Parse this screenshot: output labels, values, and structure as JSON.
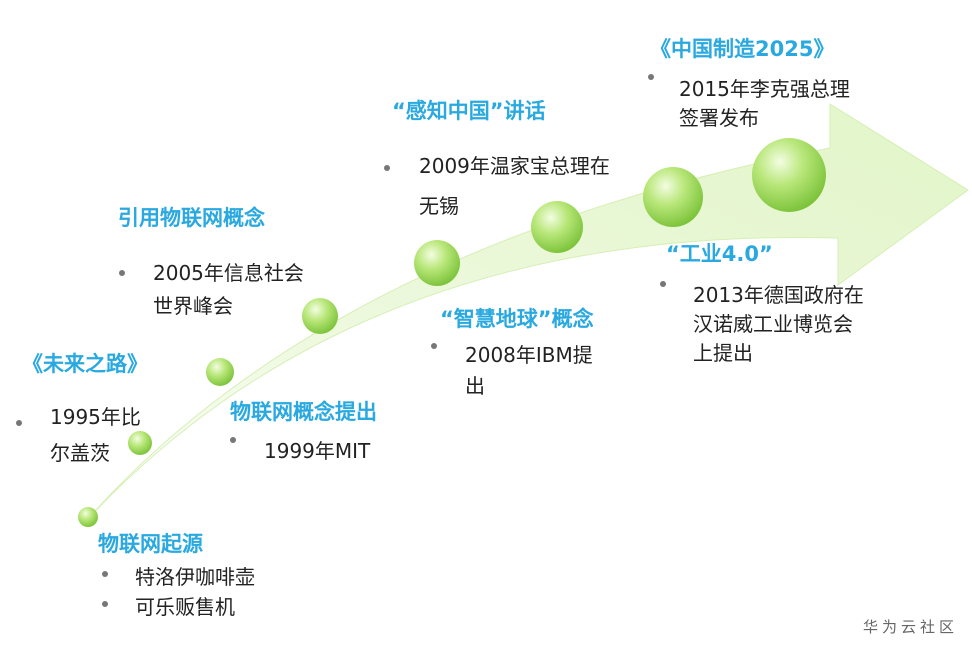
{
  "milestones": [
    {
      "title": "物联网起源",
      "desc": [
        "特洛伊咖啡壶",
        "可乐贩售机"
      ]
    },
    {
      "title": "《未来之路》",
      "desc": [
        "1995年比",
        "尔盖茨"
      ]
    },
    {
      "title": "物联网概念提出",
      "desc": [
        "1999年MIT"
      ]
    },
    {
      "title": "引用物联网概念",
      "desc": [
        "2005年信息社会",
        "世界峰会"
      ]
    },
    {
      "title": "“智慧地球”概念",
      "desc": [
        "2008年IBM提",
        "出"
      ]
    },
    {
      "title": "“感知中国”讲话",
      "desc": [
        "2009年温家宝总理在",
        "无锡"
      ]
    },
    {
      "title": "“工业4.0”",
      "desc": [
        "2013年德国政府在",
        "汉诺威工业博览会",
        "上提出"
      ]
    },
    {
      "title": "《中国制造2025》",
      "desc": [
        "2015年李克强总理",
        "签署发布"
      ]
    }
  ],
  "watermark": "华为云社区",
  "colors": {
    "title": "#29a9e0",
    "arrow": "#e7f6cf",
    "node": "#9ad64a"
  }
}
